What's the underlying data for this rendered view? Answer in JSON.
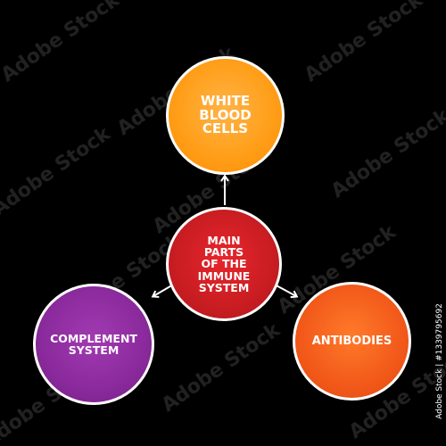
{
  "diagram": {
    "center_node": {
      "label": "MAIN\nPARTS\nOF THE\nIMMUNE\nSYSTEM",
      "color": "#c81d22"
    },
    "nodes": [
      {
        "label": "WHITE\nBLOOD\nCELLS",
        "color": "#ff9f1a"
      },
      {
        "label": "COMPLEMENT\nSYSTEM",
        "color": "#8a2a9c"
      },
      {
        "label": "ANTIBODIES",
        "color": "#f2591a"
      }
    ]
  },
  "watermark": {
    "text": "Adobe Stock",
    "id_text": "Adobe Stock | #1339795692"
  },
  "colors": {
    "background": "#000000",
    "outline": "#ffffff"
  }
}
